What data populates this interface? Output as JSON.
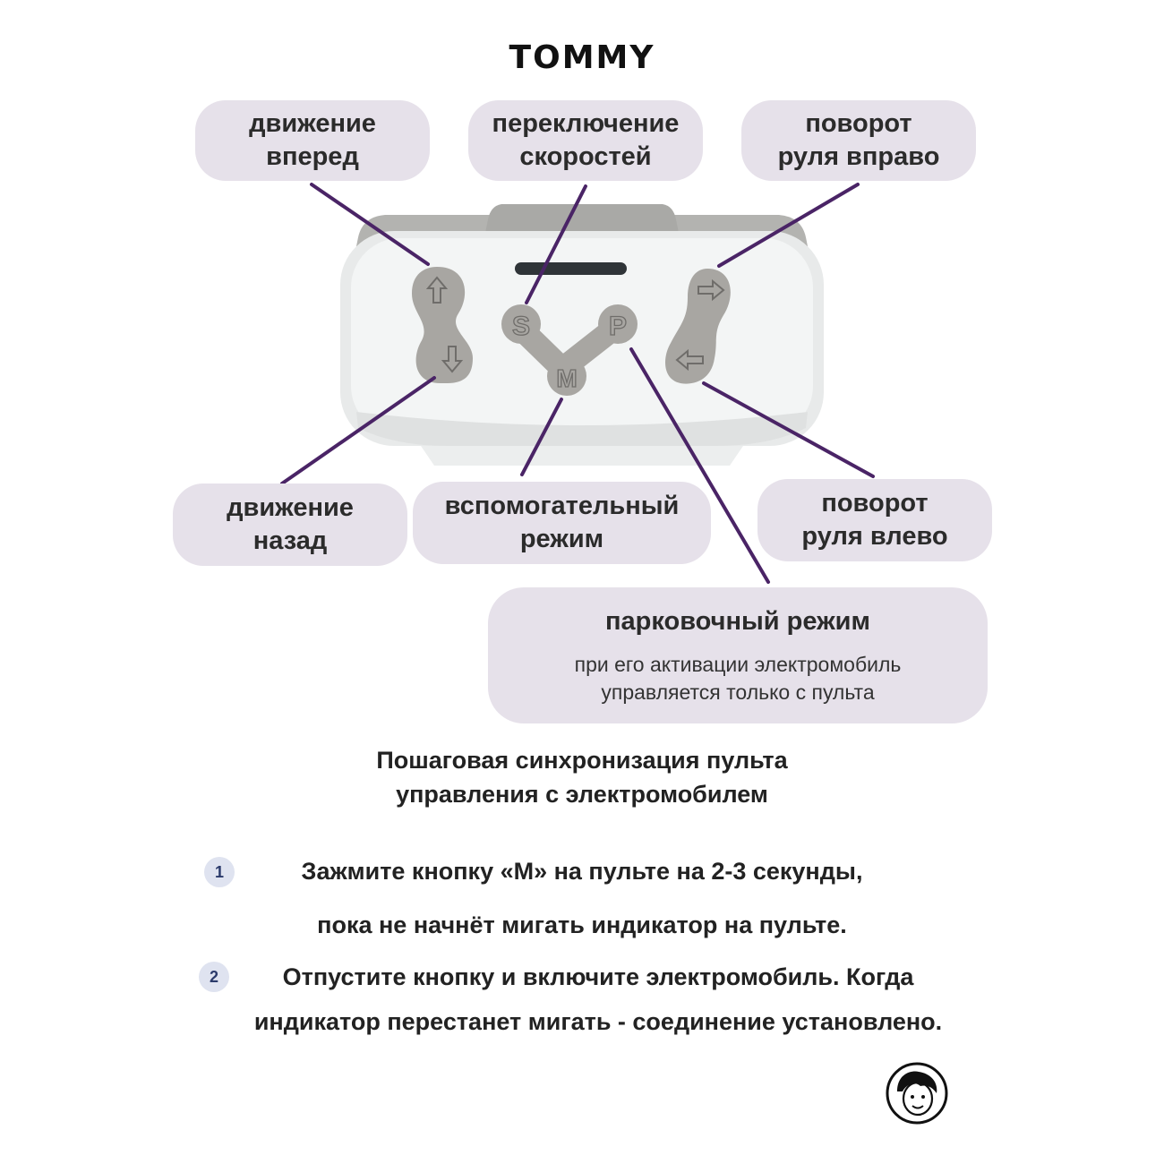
{
  "brand": {
    "logo_text": "TOMMY"
  },
  "remote": {
    "buttons": {
      "speed": "S",
      "mode": "M",
      "park": "P"
    }
  },
  "labels": {
    "forward": "движение\nвперед",
    "speed_switch": "переключение\nскоростей",
    "turn_right": "поворот\nруля вправо",
    "backward": "движение\nназад",
    "aux_mode": "вспомогательный\nрежим",
    "turn_left": "поворот\nруля влево"
  },
  "parking": {
    "title": "парковочный режим",
    "description": "при его активации электромобиль\nуправляется только с пульта"
  },
  "sync": {
    "heading": "Пошаговая синхронизация пульта\nуправления с электромобилем",
    "steps": [
      {
        "number": "1",
        "line1": "Зажмите кнопку «М» на пульте на  2-3 секунды,",
        "line2": "пока не начнёт мигать индикатор на пульте."
      },
      {
        "number": "2",
        "line1": "Отпустите кнопку и включите электромобиль. Когда",
        "line2": "индикатор перестанет мигать - соединение установлено."
      }
    ]
  },
  "colors": {
    "label_bg": "#e6e1ea",
    "connector": "#4a2466",
    "button_gray": "#a8a6a2",
    "remote_body": "#eef0f0",
    "badge_bg": "#dfe3f0"
  }
}
